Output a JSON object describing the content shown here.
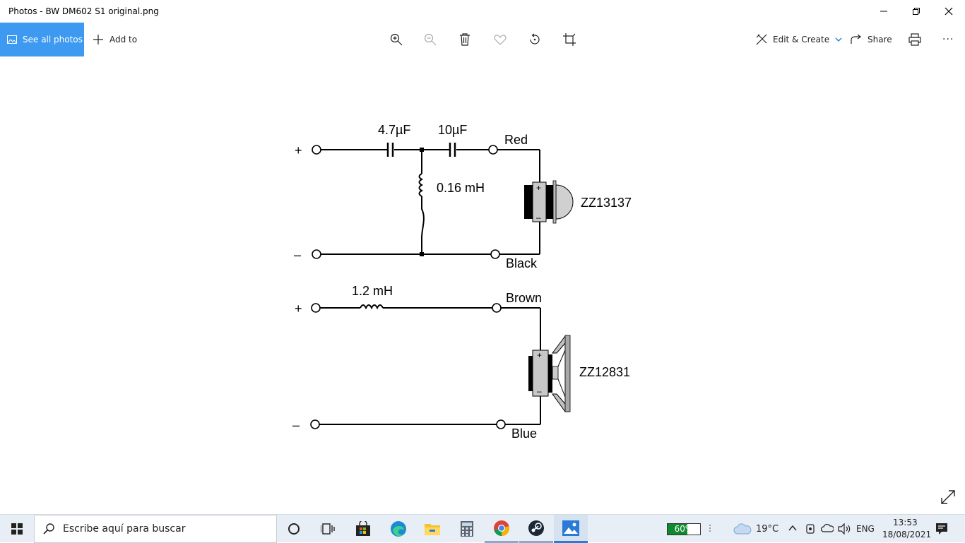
{
  "window": {
    "title": "Photos - BW DM602 S1 original.png",
    "controls": [
      "minimize-icon",
      "restore-icon",
      "close-icon"
    ]
  },
  "toolbar": {
    "see_all_label": "See all photos",
    "add_to_label": "Add to",
    "center_icons": [
      "zoom-in-icon",
      "zoom-out-icon",
      "trash-icon",
      "heart-icon",
      "rotate-icon",
      "crop-icon"
    ],
    "edit_create_label": "Edit & Create",
    "share_label": "Share",
    "more_label": "···",
    "accent": "#3d9af0"
  },
  "schematic": {
    "tweeter": {
      "cap1": "4.7µF",
      "cap2": "10µF",
      "inductor": "0.16 mH",
      "wire_pos": "Red",
      "wire_neg": "Black",
      "driver": "ZZ13137"
    },
    "woofer": {
      "inductor": "1.2 mH",
      "wire_pos": "Brown",
      "wire_neg": "Blue",
      "driver": "ZZ12831"
    },
    "plus": "+",
    "minus": "–",
    "driver_plus": "+",
    "driver_minus": "–"
  },
  "taskbar": {
    "search_placeholder": "Escribe aquí para buscar",
    "apps": [
      "cortana-icon",
      "task-view-icon",
      "store-icon",
      "edge-icon",
      "file-explorer-icon",
      "calculator-icon",
      "chrome-icon",
      "steam-icon",
      "photos-icon"
    ],
    "battery_percent": 60,
    "battery_label": "60%",
    "weather": "19°C",
    "language": "ENG",
    "time": "13:53",
    "date": "18/08/2021"
  }
}
